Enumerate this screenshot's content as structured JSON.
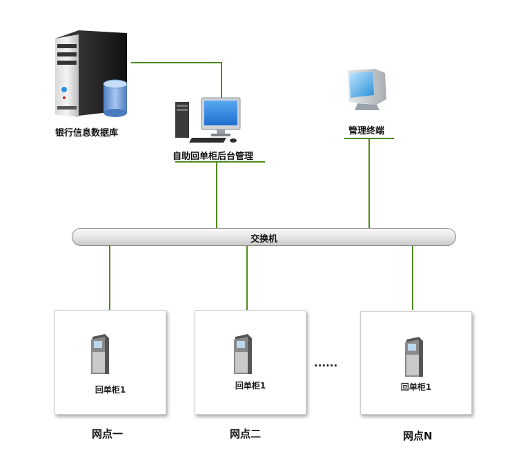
{
  "nodes": {
    "bank_db": "银行信息数据库",
    "backend": "自助回单柜后台管理",
    "terminal": "管理终端",
    "switch": "交换机"
  },
  "branches": [
    {
      "kiosk_label": "回单柜1",
      "caption": "网点一"
    },
    {
      "kiosk_label": "回单柜1",
      "caption": "网点二"
    },
    {
      "kiosk_label": "回单柜1",
      "caption": "网点N"
    }
  ],
  "ellipsis": "......",
  "colors": {
    "link": "#4e8a1c"
  }
}
